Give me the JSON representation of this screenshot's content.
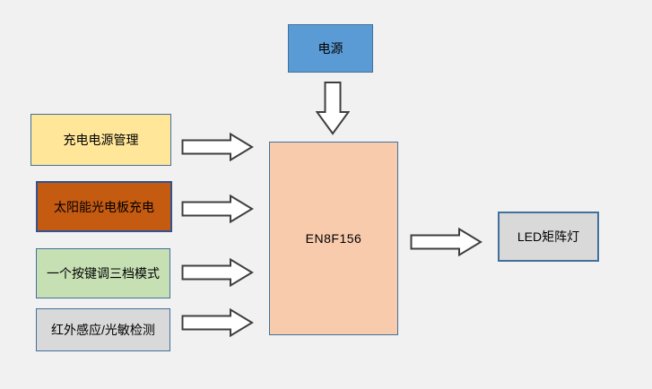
{
  "canvas": {
    "background": "#f1f1f1"
  },
  "diagram": {
    "power": {
      "label": "电源",
      "fill": "#5b9bd5",
      "border": "#41719c"
    },
    "inputs": [
      {
        "label": "充电电源管理",
        "fill": "#ffe699",
        "border": "#41719c"
      },
      {
        "label": "太阳能光电板充电",
        "fill": "#c55a11",
        "border": "#31538f"
      },
      {
        "label": "一个按键调三档模式",
        "fill": "#c6e0b4",
        "border": "#41719c"
      },
      {
        "label": "红外感应/光敏检测",
        "fill": "#d9d9d9",
        "border": "#41719c"
      }
    ],
    "mcu": {
      "label": "EN8F156",
      "fill": "#f8cbad",
      "border": "#41719c"
    },
    "output": {
      "label": "LED矩阵灯",
      "fill": "#d9d9d9",
      "border": "#41719c"
    },
    "arrow": {
      "fill": "#ffffff",
      "stroke": "#3f3f3f"
    }
  }
}
